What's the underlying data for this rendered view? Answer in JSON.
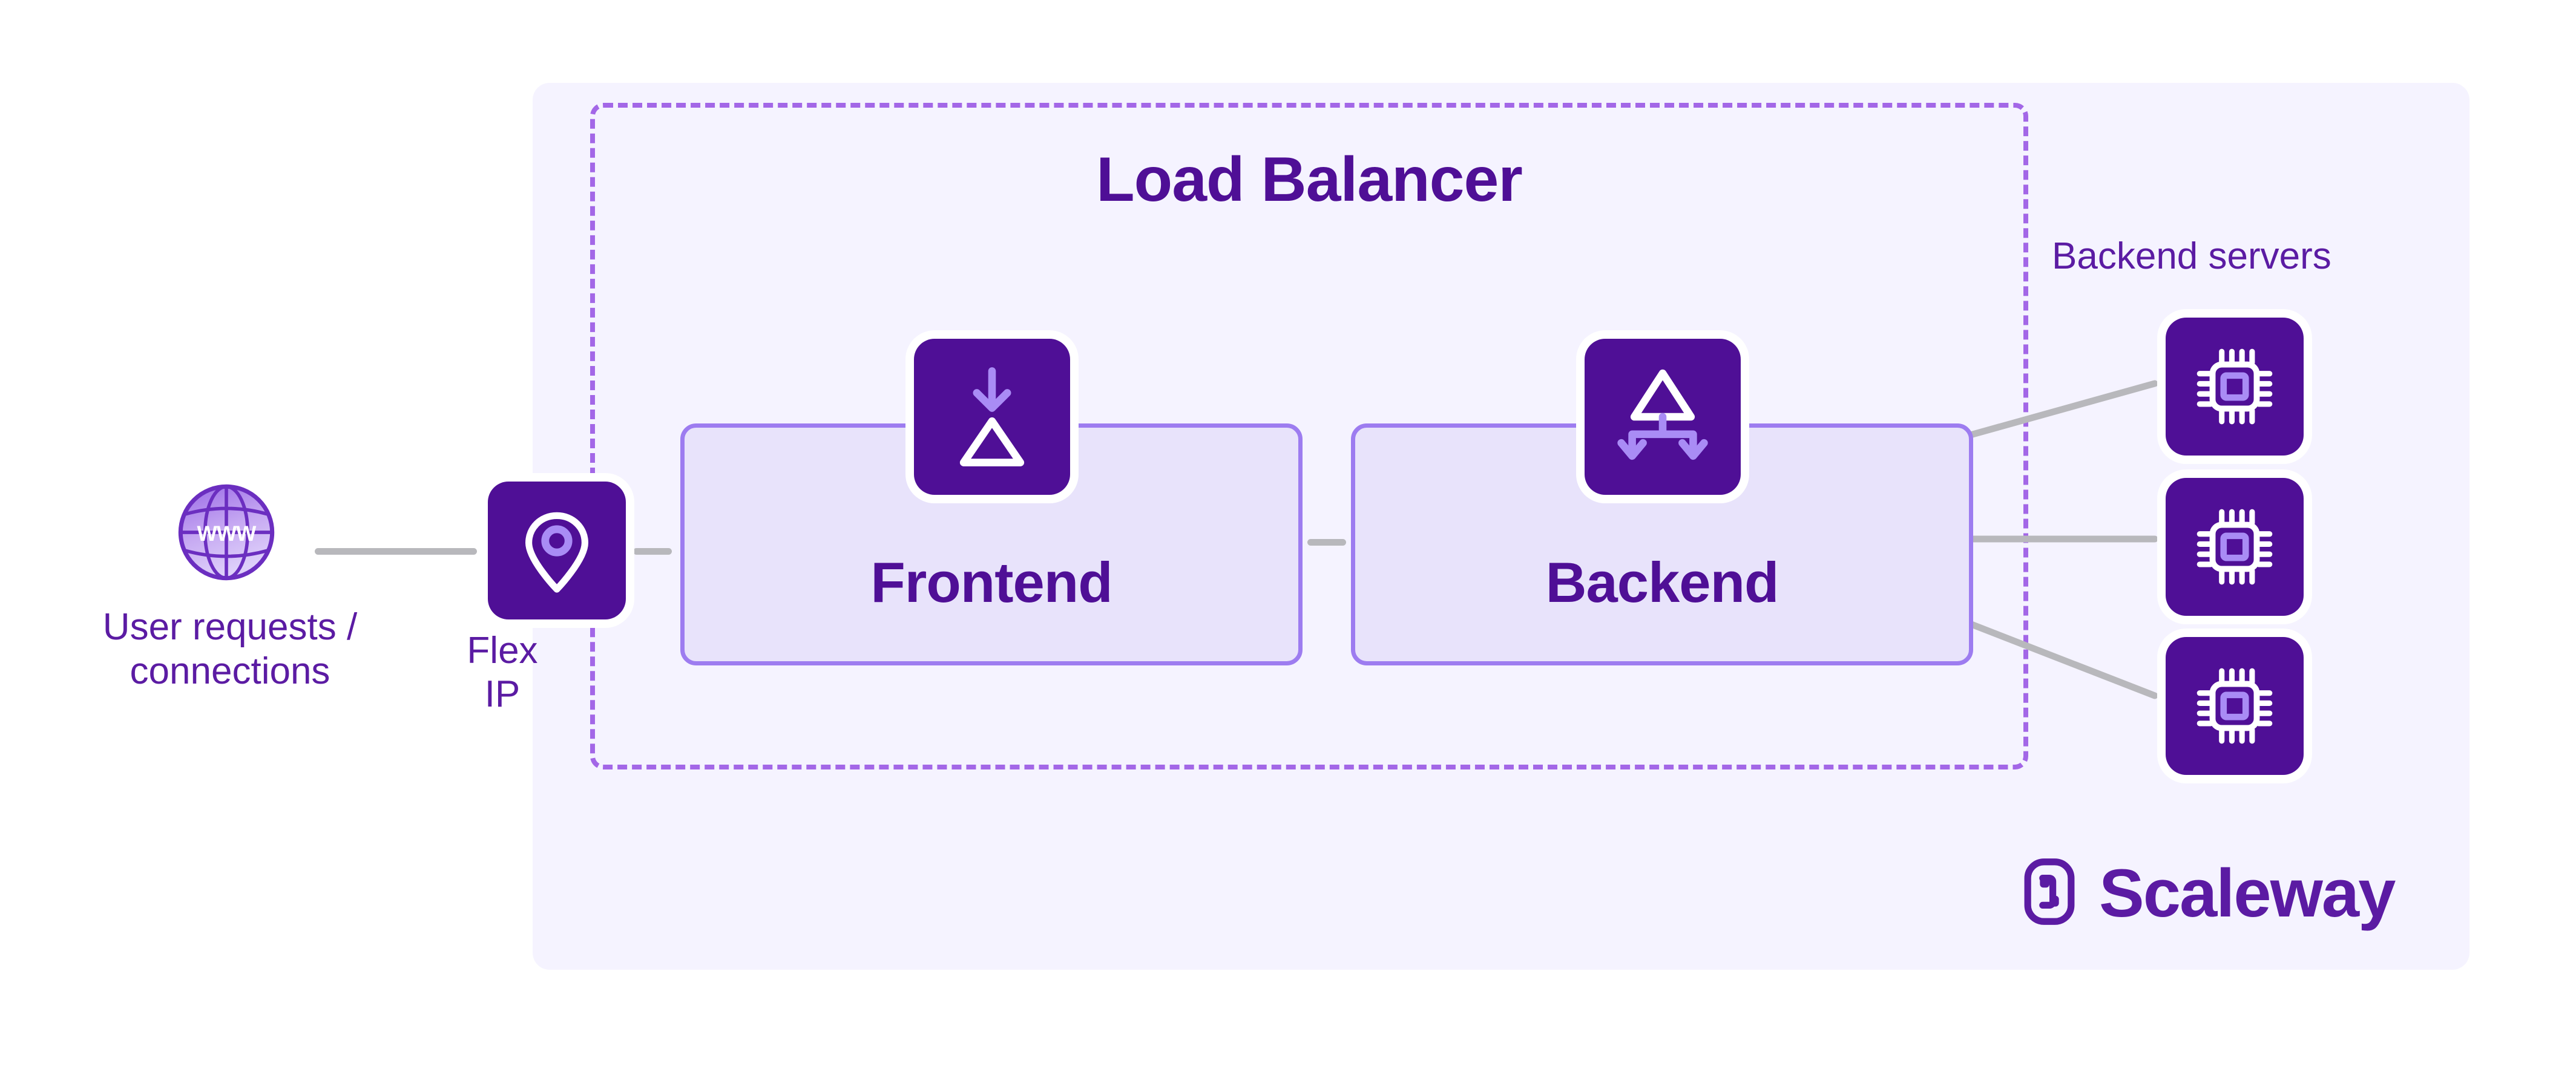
{
  "diagram": {
    "title": "Load Balancer",
    "panel": {
      "background_color": "#f5f3ff",
      "dashed_border_color": "#a367e7"
    },
    "brand": {
      "name": "Scaleway",
      "logo_icon": "scaleway-logo-icon",
      "color": "#5b1ba3"
    },
    "colors": {
      "deep_purple": "#4f0f96",
      "text_purple": "#5b1ba3",
      "light_purple": "#a98cf5",
      "box_fill": "#e8e3fb",
      "box_border": "#9d7cf0",
      "connector_gray": "#b8b8bc",
      "panel_bg": "#f5f3ff"
    },
    "nodes": {
      "users": {
        "icon": "globe-www-icon",
        "icon_text": "WWW",
        "label_line1": "User requests /",
        "label_line2": "connections"
      },
      "flex_ip": {
        "icon": "map-pin-icon",
        "label_line1": "Flex",
        "label_line2": "IP"
      },
      "frontend": {
        "icon": "arrow-down-into-triangle-icon",
        "label": "Frontend"
      },
      "backend": {
        "icon": "triangle-split-arrows-down-icon",
        "label": "Backend"
      },
      "backend_servers": {
        "label": "Backend servers",
        "icon": "cpu-chip-icon",
        "count": 3,
        "items": [
          {
            "name": "backend-server-1"
          },
          {
            "name": "backend-server-2"
          },
          {
            "name": "backend-server-3"
          }
        ]
      }
    },
    "connections": [
      {
        "from": "users",
        "to": "flex-ip"
      },
      {
        "from": "flex-ip",
        "to": "frontend"
      },
      {
        "from": "frontend",
        "to": "backend"
      },
      {
        "from": "backend",
        "to": "backend-server-1"
      },
      {
        "from": "backend",
        "to": "backend-server-2"
      },
      {
        "from": "backend",
        "to": "backend-server-3"
      }
    ]
  }
}
